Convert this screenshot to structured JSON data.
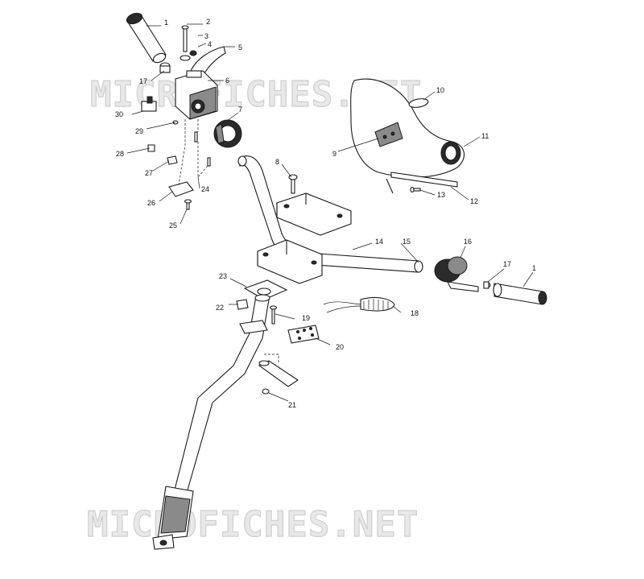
{
  "watermark": {
    "text": "MICROFICHES.NET"
  },
  "callouts": {
    "c1a": "1",
    "c2": "2",
    "c3": "3",
    "c4": "4",
    "c5": "5",
    "c6": "6",
    "c7": "7",
    "c8": "8",
    "c9": "9",
    "c10": "10",
    "c11": "11",
    "c12": "12",
    "c13": "13",
    "c14": "14",
    "c15": "15",
    "c16": "16",
    "c17b": "17",
    "c1b": "1",
    "c17a": "17",
    "c18": "18",
    "c19": "19",
    "c20": "20",
    "c21": "21",
    "c22": "22",
    "c23": "23",
    "c24": "24",
    "c25": "25",
    "c26": "26",
    "c27": "27",
    "c28": "28",
    "c29": "29",
    "c30": "30"
  }
}
